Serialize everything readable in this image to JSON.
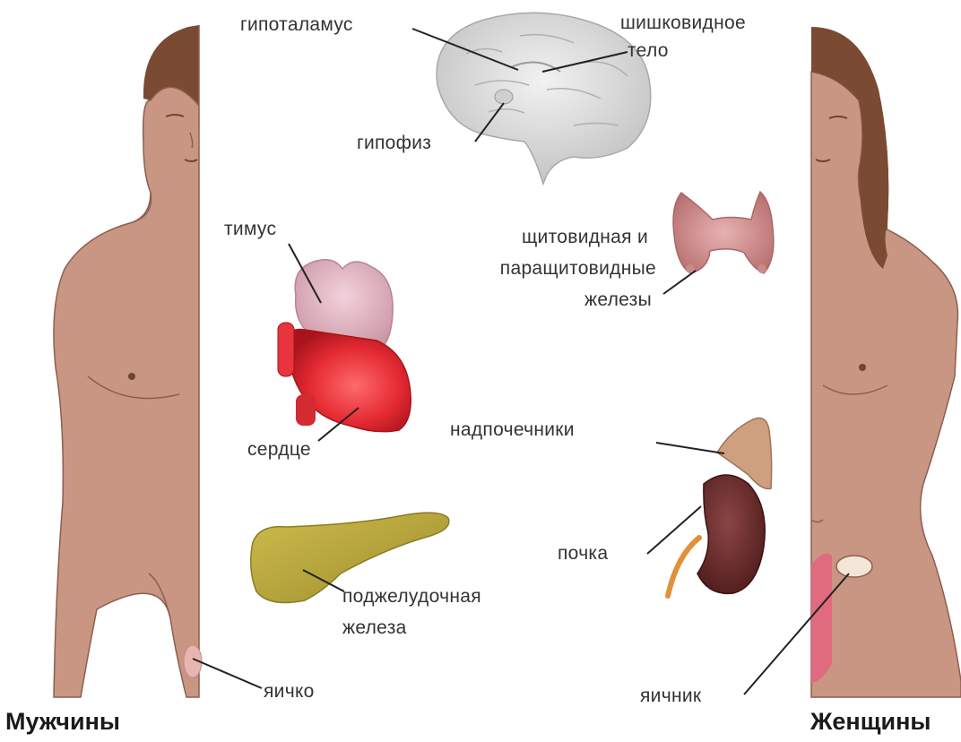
{
  "labels": {
    "hypothalamus": "гипоталамус",
    "pineal_line1": "шишковидное",
    "pineal_line2": "тело",
    "pituitary": "гипофиз",
    "thymus": "тимус",
    "thyroid_line1": "щитовидная и",
    "thyroid_line2": "паращитовидные",
    "thyroid_line3": "железы",
    "heart": "сердце",
    "adrenals": "надпочечники",
    "kidney": "почка",
    "pancreas_line1": "поджелудочная",
    "pancreas_line2": "железа",
    "testis": "яичко",
    "ovary": "яичник"
  },
  "figures": {
    "male": "Мужчины",
    "female": "Женщины"
  },
  "colors": {
    "skin": "#c99683",
    "skin_outline": "#8c5f50",
    "hair": "#7a4a33",
    "brain": "#dcdcdc",
    "thymus": "#e6b8c4",
    "heart": "#e8343c",
    "thyroid": "#d89a9a",
    "adrenal": "#cfa080",
    "kidney": "#6b2c2c",
    "pancreas": "#b9a73c"
  }
}
